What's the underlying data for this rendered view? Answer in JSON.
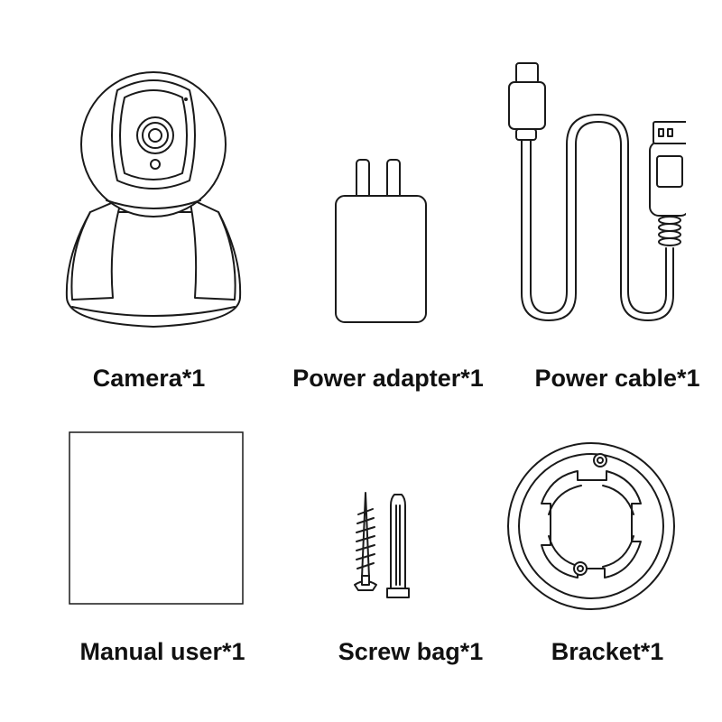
{
  "items": [
    {
      "label": "Camera*1",
      "icon": "camera-icon"
    },
    {
      "label": "Power adapter*1",
      "icon": "power-adapter-icon"
    },
    {
      "label": "Power cable*1",
      "icon": "usb-cable-icon"
    },
    {
      "label": "Manual user*1",
      "icon": "manual-icon"
    },
    {
      "label": "Screw bag*1",
      "icon": "screw-bag-icon"
    },
    {
      "label": "Bracket*1",
      "icon": "bracket-icon"
    }
  ],
  "colors": {
    "line": "#1a1a1a",
    "text": "#111111",
    "background": "#ffffff"
  }
}
